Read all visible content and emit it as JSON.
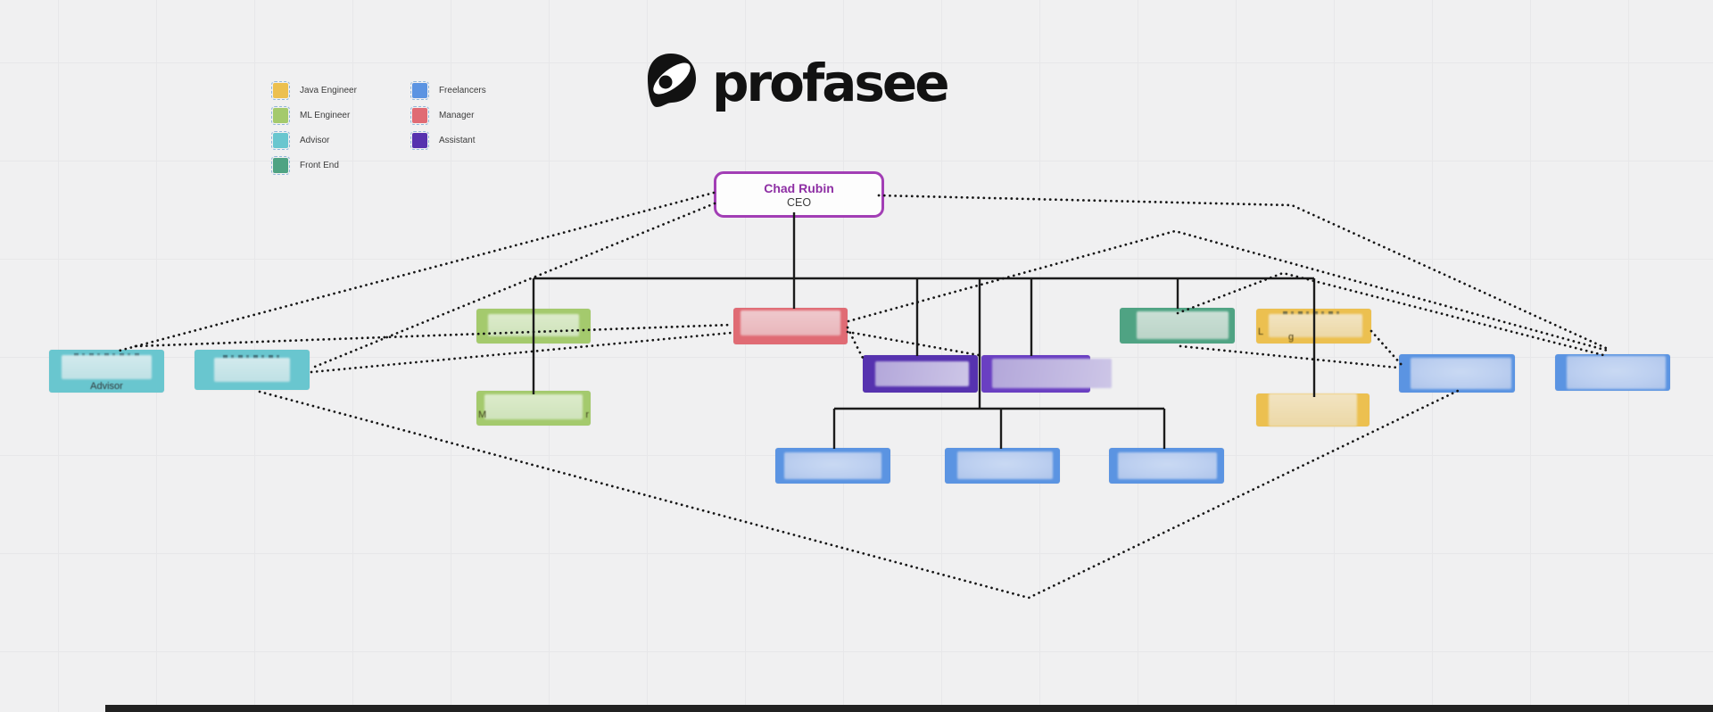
{
  "logo": {
    "text": "profasee"
  },
  "legend": {
    "items": [
      {
        "label": "Java Engineer",
        "color": "#ecc050"
      },
      {
        "label": "ML Engineer",
        "color": "#a4ca6d"
      },
      {
        "label": "Advisor",
        "color": "#69c6cf"
      },
      {
        "label": "Front End",
        "color": "#4fa383"
      },
      {
        "label": "Freelancers",
        "color": "#5b94e2"
      },
      {
        "label": "Manager",
        "color": "#e06b74"
      },
      {
        "label": "Assistant",
        "color": "#5632af"
      }
    ]
  },
  "nodes": {
    "ceo": {
      "name": "Chad Rubin",
      "title": "CEO",
      "border_color": "#a23eb5"
    },
    "advisor_1": {
      "role_label": "Advisor",
      "color": "#69c6cf",
      "name_blurred": true
    },
    "advisor_2": {
      "color": "#69c6cf",
      "name_blurred": true
    },
    "ml_1": {
      "color": "#a4ca6d",
      "name_blurred": true
    },
    "ml_2": {
      "color": "#a4ca6d",
      "name_blurred": true,
      "fragment_left": "M",
      "fragment_right": "r"
    },
    "manager": {
      "color": "#e06b74",
      "name_blurred": true
    },
    "assistant_1": {
      "color": "#5632af",
      "name_blurred": true
    },
    "assistant_2": {
      "color": "#6a3fc2",
      "name_blurred": true
    },
    "front_end": {
      "color": "#4fa383",
      "name_blurred": true
    },
    "java_1": {
      "color": "#ecc050",
      "name_blurred": true,
      "fragment_left": "L",
      "fragment_right": "g"
    },
    "java_2": {
      "color": "#ecc050",
      "name_blurred": true
    },
    "freelancer_right_1": {
      "color": "#5b94e2",
      "name_blurred": true
    },
    "freelancer_right_2": {
      "color": "#5b94e2",
      "name_blurred": true
    },
    "freelancer_bottom_1": {
      "color": "#5b94e2",
      "name_blurred": true
    },
    "freelancer_bottom_2": {
      "color": "#5b94e2",
      "name_blurred": true
    },
    "freelancer_bottom_3": {
      "color": "#5b94e2",
      "name_blurred": true
    }
  },
  "solid_edges": [
    [
      "ceo",
      "ml_1"
    ],
    [
      "ceo",
      "manager"
    ],
    [
      "ceo",
      "assistant_1"
    ],
    [
      "ceo",
      "assistant_2"
    ],
    [
      "ceo",
      "front_end"
    ],
    [
      "ceo",
      "java_1"
    ],
    [
      "ml_1",
      "ml_2"
    ],
    [
      "java_1",
      "java_2"
    ],
    [
      "ceo",
      "freelancer_bottom_1"
    ],
    [
      "ceo",
      "freelancer_bottom_2"
    ],
    [
      "ceo",
      "freelancer_bottom_3"
    ]
  ],
  "dotted_edges": [
    [
      "ceo",
      "advisor_1"
    ],
    [
      "ceo",
      "advisor_2"
    ],
    [
      "advisor_1",
      "manager"
    ],
    [
      "advisor_2",
      "manager"
    ],
    [
      "manager",
      "assistant_1"
    ],
    [
      "manager",
      "assistant_2"
    ],
    [
      "manager",
      "freelancer_right_2"
    ],
    [
      "front_end",
      "freelancer_right_2"
    ],
    [
      "front_end",
      "freelancer_right_1"
    ],
    [
      "java_1",
      "freelancer_right_1"
    ],
    [
      "advisor_2",
      "freelancer_right_1"
    ],
    [
      "ceo",
      "freelancer_right_2"
    ]
  ]
}
